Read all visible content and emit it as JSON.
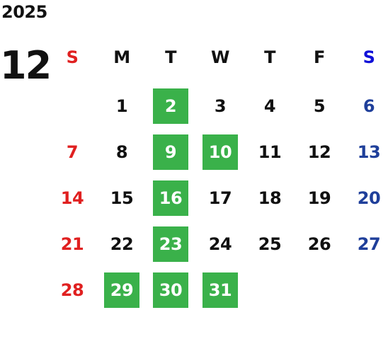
{
  "calendar": {
    "year": "2025",
    "month": "12",
    "weekdays": [
      "S",
      "M",
      "T",
      "W",
      "T",
      "F",
      "S"
    ],
    "start_offset": 1,
    "days_in_month": 31,
    "highlighted_days": [
      2,
      9,
      10,
      16,
      23,
      29,
      30,
      31
    ],
    "colors": {
      "sunday": "#e02020",
      "saturday": "#1f3f9a",
      "saturday_header": "#1010d8",
      "highlight": "#3ab14a",
      "text": "#111111"
    }
  }
}
